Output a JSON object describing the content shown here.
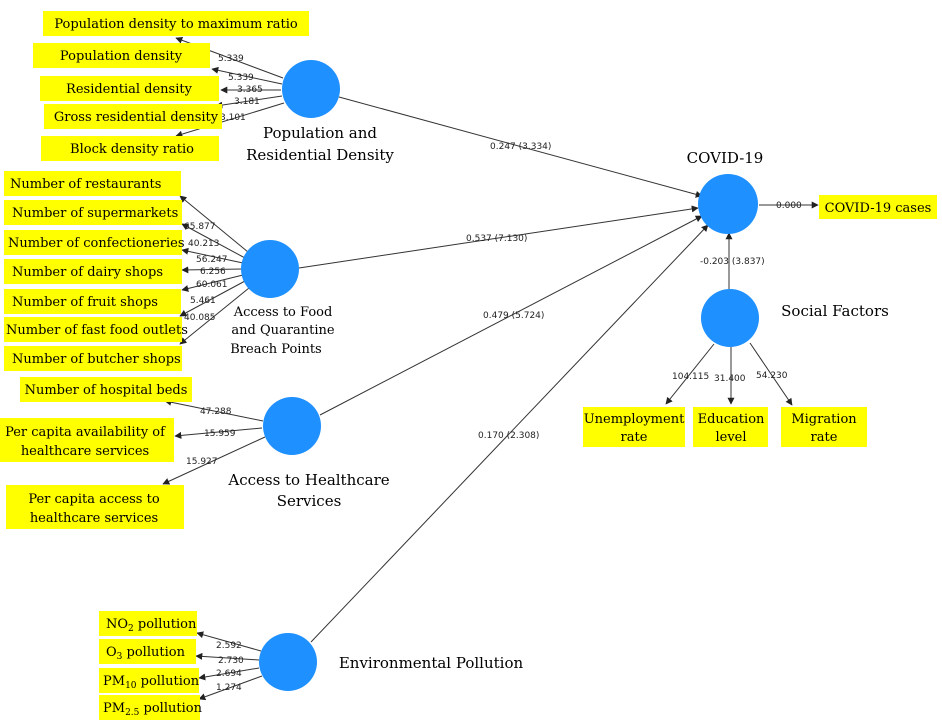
{
  "colors": {
    "box": "#ffff00",
    "node": "#1e90ff",
    "edge": "#333333"
  },
  "latents": {
    "pop": {
      "label_lines": [
        "Population and",
        "Residential Density"
      ]
    },
    "food": {
      "label_lines": [
        "Access to Food",
        "and Quarantine",
        "Breach Points"
      ]
    },
    "health": {
      "label_lines": [
        "Access to Healthcare",
        "Services"
      ]
    },
    "env": {
      "label_lines": [
        "Environmental Pollution"
      ]
    },
    "covid": {
      "label_lines": [
        "COVID-19"
      ]
    },
    "social": {
      "label_lines": [
        "Social Factors"
      ]
    }
  },
  "indicators": {
    "pop": [
      {
        "label": "Population density to maximum ratio",
        "loading": "5.339"
      },
      {
        "label": "Population density",
        "loading": "5.339"
      },
      {
        "label": "Residential density",
        "loading": "3.365"
      },
      {
        "label": "Gross residential density",
        "loading": "3.181"
      },
      {
        "label": "Block density ratio",
        "loading": "3.101"
      }
    ],
    "food": [
      {
        "label": "Number of restaurants",
        "loading": "65.877"
      },
      {
        "label": "Number of supermarkets",
        "loading": "40.213"
      },
      {
        "label": "Number of confectioneries",
        "loading": "56.247"
      },
      {
        "label": "Number of dairy shops",
        "loading": "6.256"
      },
      {
        "label": "Number of fruit shops",
        "loading": "60.061"
      },
      {
        "label": "Number of fast food outlets",
        "loading": "5.461"
      },
      {
        "label": "Number of butcher shops",
        "loading": "40.085"
      }
    ],
    "health": [
      {
        "label_lines": [
          "Number of hospital beds"
        ],
        "loading": "47.288"
      },
      {
        "label_lines": [
          "Per capita availability of",
          "healthcare services"
        ],
        "loading": "15.959"
      },
      {
        "label_lines": [
          "Per capita access to",
          "healthcare services"
        ],
        "loading": "15.927"
      }
    ],
    "env": [
      {
        "label": "NO",
        "sub": "2",
        "rest": " pollution",
        "loading": "2.592"
      },
      {
        "label": "O",
        "sub": "3",
        "rest": " pollution",
        "loading": "2.730"
      },
      {
        "label": "PM",
        "sub": "10",
        "rest": " pollution",
        "loading": "2.694"
      },
      {
        "label": "PM",
        "sub": "2.5",
        "rest": " pollution",
        "loading": "1.274"
      }
    ],
    "social": [
      {
        "label_lines": [
          "Unemployment",
          "rate"
        ],
        "loading": "104.115"
      },
      {
        "label_lines": [
          "Education",
          "level"
        ],
        "loading": "31.400"
      },
      {
        "label_lines": [
          "Migration",
          "rate"
        ],
        "loading": "54.230"
      }
    ],
    "covid": [
      {
        "label": "COVID-19 cases",
        "loading": "0.000"
      }
    ]
  },
  "paths": {
    "pop_covid": "0.247 (3.334)",
    "food_covid": "0.537 (7.130)",
    "health_covid": "0.479 (5.724)",
    "env_covid": "0.170 (2.308)",
    "social_covid": "-0.203 (3.837)"
  }
}
